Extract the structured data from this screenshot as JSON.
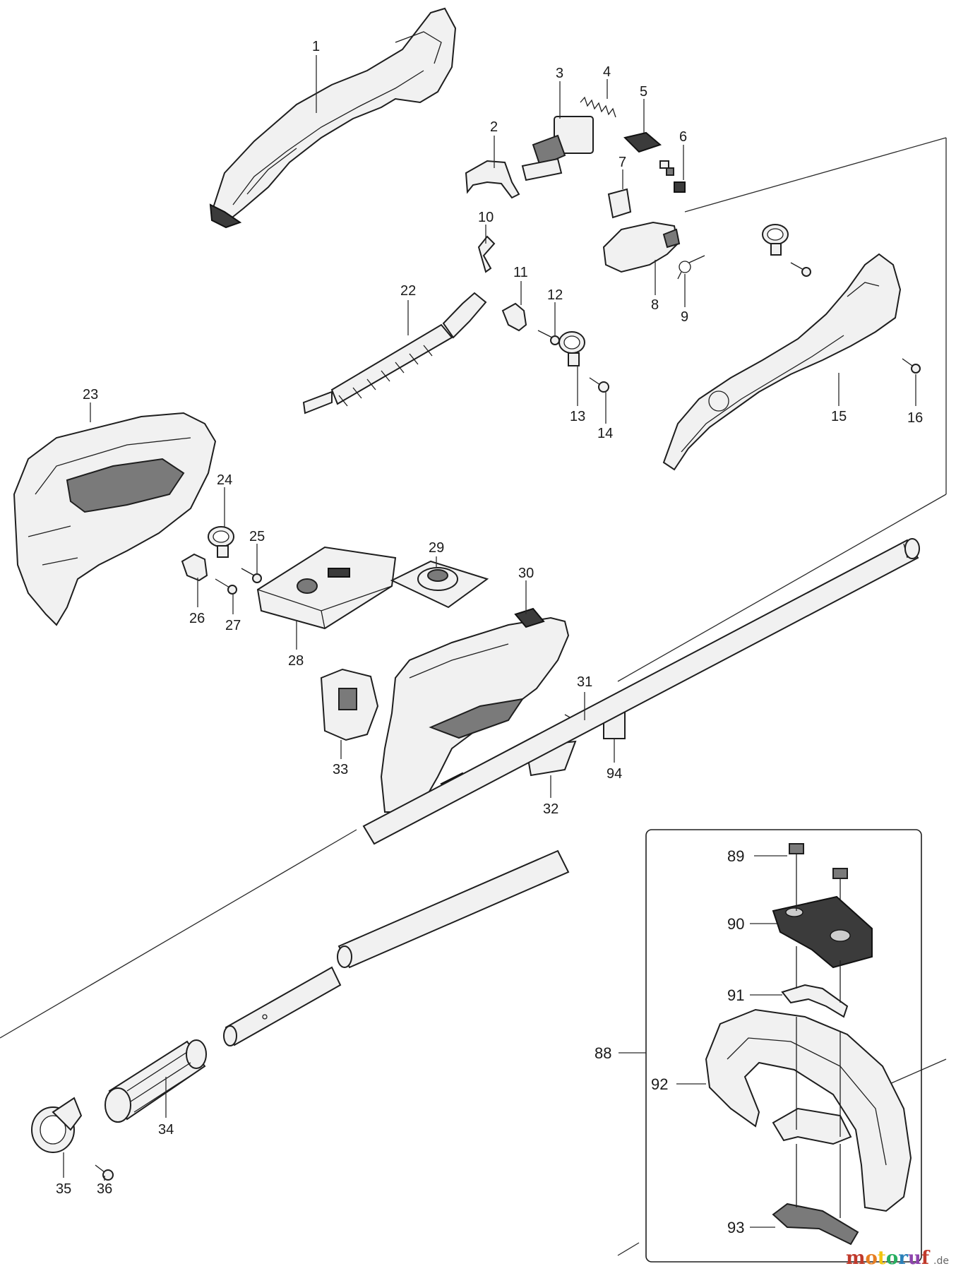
{
  "diagram": {
    "part_labels": [
      "1",
      "2",
      "3",
      "4",
      "5",
      "6",
      "7",
      "8",
      "9",
      "10",
      "11",
      "12",
      "13",
      "14",
      "15",
      "16",
      "22",
      "23",
      "24",
      "25",
      "26",
      "27",
      "28",
      "29",
      "30",
      "31",
      "32",
      "33",
      "34",
      "35",
      "36",
      "94"
    ],
    "inset_labels": [
      "88",
      "89",
      "90",
      "91",
      "92",
      "93"
    ],
    "watermark": "motoruf",
    "watermark_suffix": ".de",
    "colors": {
      "line": "#1e1e1e",
      "part_fill": "#f1f1f1",
      "part_dark": "#7a7a7a",
      "background": "#ffffff"
    }
  }
}
